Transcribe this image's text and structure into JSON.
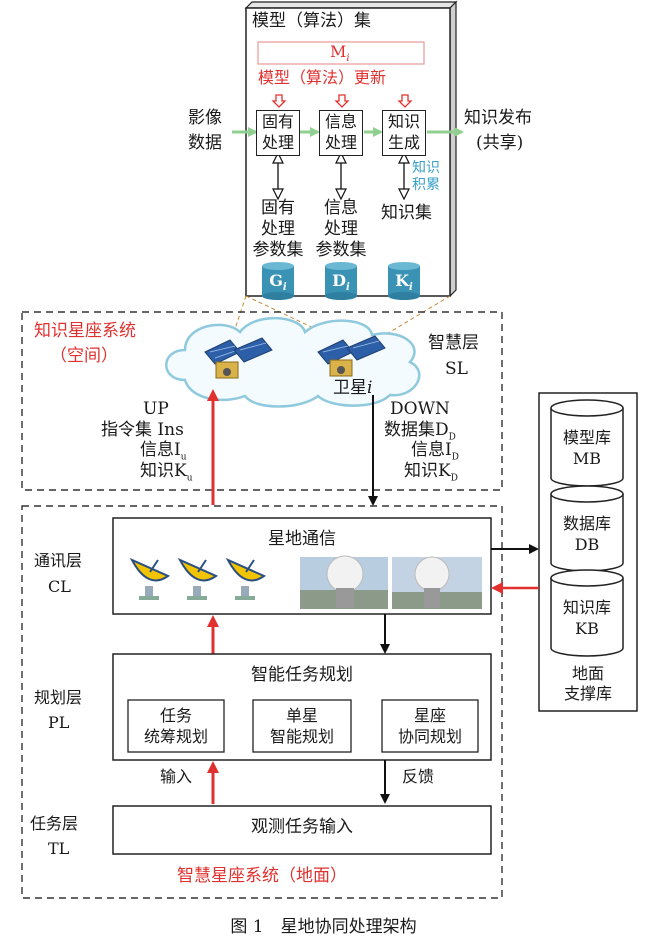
{
  "model_panel": {
    "title": "模型（算法）集",
    "mi_label": "M",
    "mi_sub": "i",
    "update_label": "模型（算法）更新",
    "input_label_1": "影像",
    "input_label_2": "数据",
    "output_label_1": "知识发布",
    "output_label_2": "(共享)",
    "proc_boxes": [
      {
        "line1": "固有",
        "line2": "处理"
      },
      {
        "line1": "信息",
        "line2": "处理"
      },
      {
        "line1": "知识",
        "line2": "生成"
      }
    ],
    "knowledge_accum_1": "知识",
    "knowledge_accum_2": "积累",
    "param_sets": [
      {
        "l1": "固有",
        "l2": "处理",
        "l3": "参数集"
      },
      {
        "l1": "信息",
        "l2": "处理",
        "l3": "参数集"
      },
      {
        "l1": "知识集",
        "l2": "",
        "l3": ""
      }
    ],
    "databases": [
      {
        "letter": "G",
        "sub": "i"
      },
      {
        "letter": "D",
        "sub": "i"
      },
      {
        "letter": "K",
        "sub": "i"
      }
    ]
  },
  "space_system": {
    "title_1": "知识星座系统",
    "title_2": "（空间）",
    "layer_1": "智慧层",
    "layer_2": "SL",
    "satellite_label": "卫星",
    "satellite_sub": "i",
    "up_title": "UP",
    "up_items": [
      {
        "text": "指令集 Ins",
        "sub": ""
      },
      {
        "text": "信息I",
        "sub": "u"
      },
      {
        "text": "知识K",
        "sub": "u"
      }
    ],
    "down_title": "DOWN",
    "down_items": [
      {
        "text": "数据集D",
        "sub": "D"
      },
      {
        "text": "信息I",
        "sub": "D"
      },
      {
        "text": "知识K",
        "sub": "D"
      }
    ]
  },
  "ground_system": {
    "comm_layer_1": "通讯层",
    "comm_layer_2": "CL",
    "comm_box_title": "星地通信",
    "plan_layer_1": "规划层",
    "plan_layer_2": "PL",
    "plan_box_title": "智能任务规划",
    "plan_sub_boxes": [
      {
        "l1": "任务",
        "l2": "统筹规划"
      },
      {
        "l1": "单星",
        "l2": "智能规划"
      },
      {
        "l1": "星座",
        "l2": "协同规划"
      }
    ],
    "input_label": "输入",
    "feedback_label": "反馈",
    "task_layer_1": "任务层",
    "task_layer_2": "TL",
    "task_box_title": "观测任务输入",
    "footer": "智慧星座系统（地面）"
  },
  "support": {
    "libraries": [
      {
        "l1": "模型库",
        "l2": "MB"
      },
      {
        "l1": "数据库",
        "l2": "DB"
      },
      {
        "l1": "知识库",
        "l2": "KB"
      }
    ],
    "label_1": "地面",
    "label_2": "支撑库"
  },
  "caption": "图 1　星地协同处理架构",
  "colors": {
    "red_arrow": "#e0312f",
    "green_arrow": "#8fcf8f",
    "db_teal": "#3a93b5",
    "panel_red": "#e0312f"
  }
}
